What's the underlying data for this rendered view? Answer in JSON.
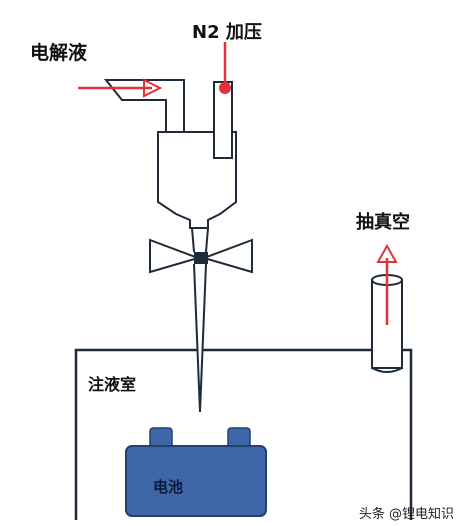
{
  "labels": {
    "electrolyte": "电解液",
    "n2_pressure": "N2 加压",
    "vacuum": "抽真空",
    "injection_chamber": "注液室",
    "battery": "电池"
  },
  "watermark": "头条 @锂电知识",
  "colors": {
    "outline": "#1f2a3a",
    "arrow": "#e0323a",
    "battery_fill": "#3f66a8",
    "battery_stroke": "#24406f"
  }
}
